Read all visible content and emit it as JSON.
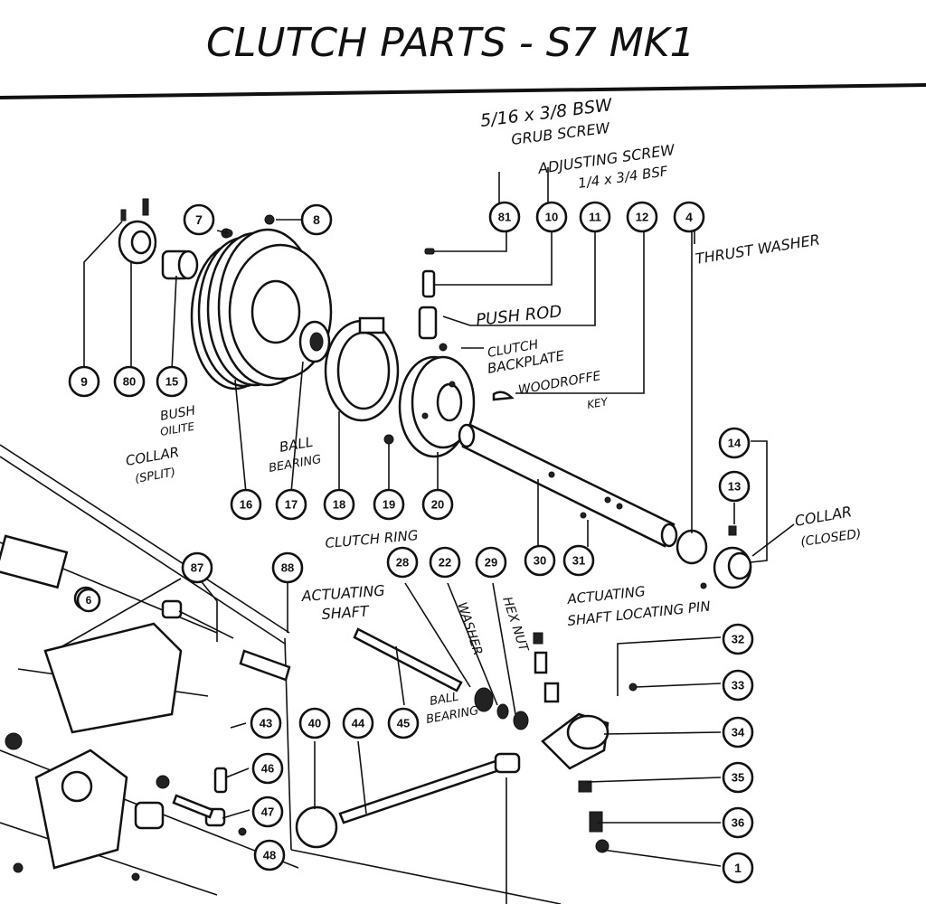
{
  "title": "CLUTCH PARTS - S7 MK1",
  "labels": {
    "grub_screw_l1": "5/16 x 3/8 BSW",
    "grub_screw_l2": "GRUB SCREW",
    "adjusting_l1": "ADJUSTING SCREW",
    "adjusting_l2": "1/4 x 3/4 BSF",
    "thrust_washer": "THRUST WASHER",
    "push_rod": "PUSH ROD",
    "backplate_l1": "CLUTCH",
    "backplate_l2": "BACKPLATE",
    "woodroffe_l1": "WOODROFFE",
    "woodroffe_l2": "KEY",
    "bush_l1": "BUSH",
    "bush_l2": "OILITE",
    "collar_split_l1": "COLLAR",
    "collar_split_l2": "(SPLIT)",
    "ball_bearing1_l1": "BALL",
    "ball_bearing1_l2": "BEARING",
    "clutch_ring": "CLUTCH RING",
    "collar_closed_l1": "COLLAR",
    "collar_closed_l2": "(CLOSED)",
    "actuating_pin_l1": "ACTUATING",
    "actuating_pin_l2": "SHAFT LOCATING PIN",
    "actuating_shaft_l1": "ACTUATING",
    "actuating_shaft_l2": "SHAFT",
    "washer": "WASHER",
    "hex_nut": "HEX NUT",
    "ball_bearing2_l1": "BALL",
    "ball_bearing2_l2": "BEARING"
  },
  "callouts": [
    "7",
    "8",
    "81",
    "10",
    "11",
    "12",
    "4",
    "9",
    "80",
    "15",
    "16",
    "17",
    "18",
    "19",
    "20",
    "30",
    "31",
    "14",
    "13",
    "87",
    "88",
    "28",
    "22",
    "29",
    "32",
    "33",
    "34",
    "35",
    "36",
    "1",
    "40",
    "44",
    "45",
    "43",
    "46",
    "47",
    "48",
    "6"
  ]
}
